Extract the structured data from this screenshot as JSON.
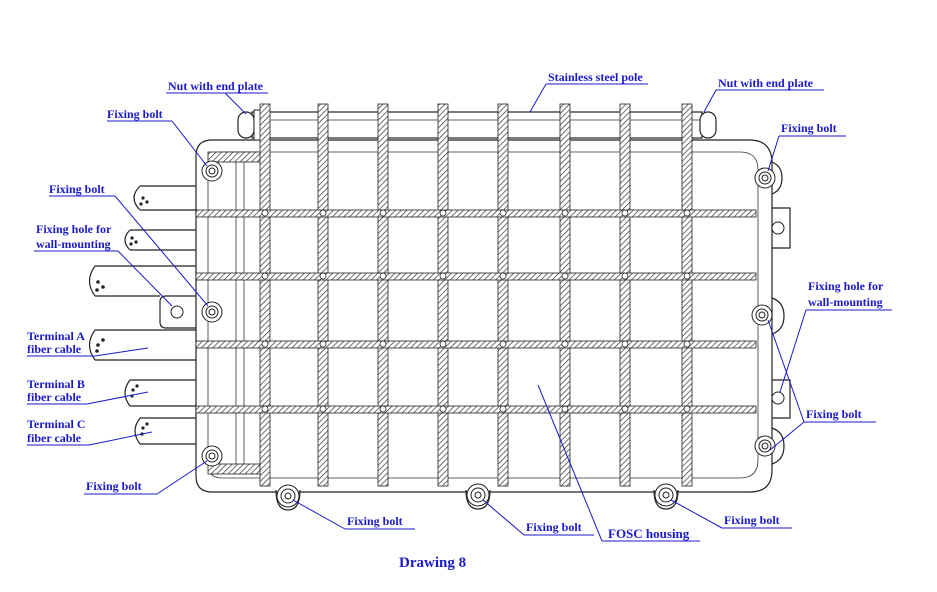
{
  "caption": "Drawing 8",
  "labels": {
    "nut_end_plate_left": "Nut with end plate",
    "stainless_steel_pole": "Stainless steel pole",
    "nut_end_plate_right": "Nut with end plate",
    "fixing_bolt_top_left": "Fixing bolt",
    "fixing_bolt_top_right": "Fixing bolt",
    "fixing_bolt_left_mid": "Fixing bolt",
    "fixing_hole_left_line1": "Fixing hole for",
    "fixing_hole_left_line2": "wall-mounting",
    "fixing_hole_right_line1": "Fixing hole for",
    "fixing_hole_right_line2": "wall-mounting",
    "terminal_a_line1": "Terminal A",
    "terminal_a_line2": "fiber  cable",
    "terminal_b_line1": "Terminal B",
    "terminal_b_line2": "fiber  cable",
    "terminal_c_line1": "Terminal C",
    "terminal_c_line2": "fiber  cable",
    "fixing_bolt_right_lower": "Fixing bolt",
    "fixing_bolt_bottom_left": "Fixing bolt",
    "fixing_bolt_bottom_1": "Fixing bolt",
    "fixing_bolt_bottom_2": "Fixing bolt",
    "fixing_bolt_bottom_3": "Fixing bolt",
    "fosc_housing": "FOSC housing"
  },
  "colors": {
    "label_text": "#1a1acc",
    "line_art": "#222222",
    "background": "#ffffff"
  }
}
